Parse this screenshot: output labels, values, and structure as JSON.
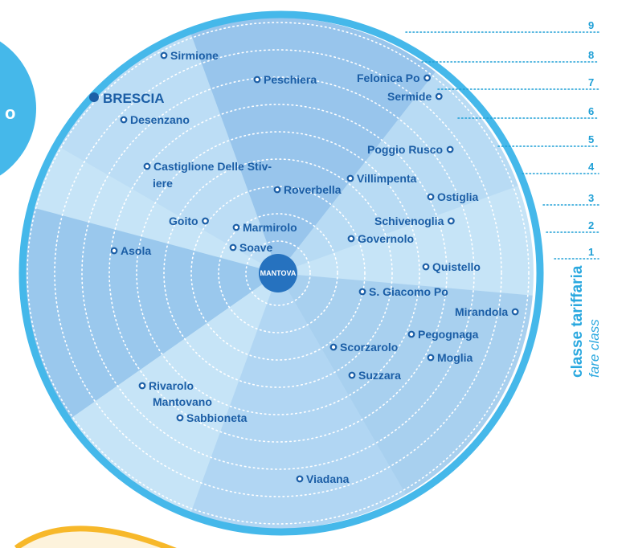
{
  "colors": {
    "rim": "#45b8ea",
    "band_light": "#c6e4f7",
    "band_mid": "#a9d2f1",
    "band_dark": "#8fc0ea",
    "center": "#2672bf",
    "label": "#1b5ea6",
    "accent": "#2aa8df",
    "side_yellow": "#f7b82a",
    "side_yellow_fill": "#fdf3dc"
  },
  "map": {
    "center_label": "MANTOVA",
    "capital": "BRESCIA",
    "class_numbers": [
      "1",
      "2",
      "3",
      "4",
      "5",
      "6",
      "7",
      "8",
      "9"
    ],
    "places": [
      {
        "name": "Sirmione",
        "marker": "left"
      },
      {
        "name": "Peschiera",
        "marker": "left"
      },
      {
        "name": "Felonica Po",
        "marker": "right"
      },
      {
        "name": "Sermide",
        "marker": "right"
      },
      {
        "name": "Desenzano",
        "marker": "left"
      },
      {
        "name": "Poggio Rusco",
        "marker": "right"
      },
      {
        "name": "Castiglione Delle Stiv-",
        "marker": "left"
      },
      {
        "name": "iere",
        "marker": "none"
      },
      {
        "name": "Villimpenta",
        "marker": "left"
      },
      {
        "name": "Roverbella",
        "marker": "left"
      },
      {
        "name": "Ostiglia",
        "marker": "left"
      },
      {
        "name": "Goito",
        "marker": "right"
      },
      {
        "name": "Marmirolo",
        "marker": "left"
      },
      {
        "name": "Schivenoglia",
        "marker": "right"
      },
      {
        "name": "Governolo",
        "marker": "left"
      },
      {
        "name": "Asola",
        "marker": "left"
      },
      {
        "name": "Soave",
        "marker": "left"
      },
      {
        "name": "Quistello",
        "marker": "left"
      },
      {
        "name": "S. Giacomo Po",
        "marker": "left"
      },
      {
        "name": "Mirandola",
        "marker": "right"
      },
      {
        "name": "Pegognaga",
        "marker": "left"
      },
      {
        "name": "Scorzarolo",
        "marker": "left"
      },
      {
        "name": "Moglia",
        "marker": "left"
      },
      {
        "name": "Suzzara",
        "marker": "left"
      },
      {
        "name": "Rivarolo",
        "marker": "left"
      },
      {
        "name": "Mantovano",
        "marker": "none"
      },
      {
        "name": "Sabbioneta",
        "marker": "left"
      },
      {
        "name": "Viadana",
        "marker": "left"
      }
    ]
  },
  "legend": {
    "title": "classe tariffaria",
    "subtitle": "fare class"
  },
  "side_badge": {
    "text": "o"
  }
}
